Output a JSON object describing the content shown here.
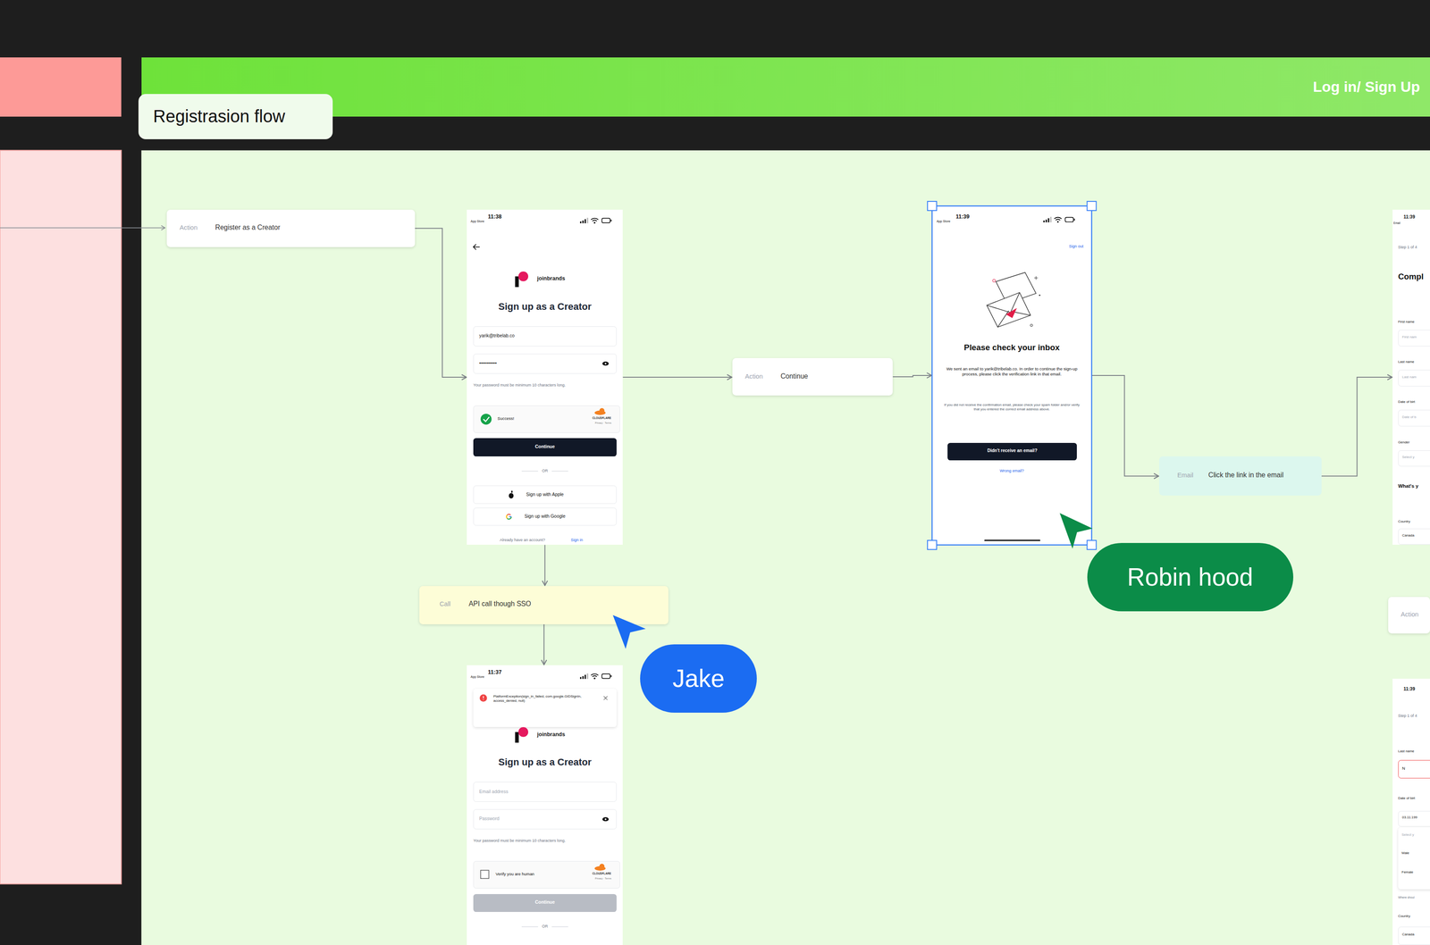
{
  "diagram": {
    "nodes": [
      {
        "text": [
          "Log in/ Sign Up"
        ]
      },
      {
        "text": [
          "Registrasion flow"
        ]
      },
      {
        "text": [
          "Action",
          "Register as a Creator"
        ]
      },
      {
        "text": [
          "11:38",
          "App Store",
          "joinbrands",
          "Sign up as a Creator",
          "Your password must be minimum 10 characters long.",
          "OR",
          "Already have an account?",
          "Sign in"
        ]
      },
      {
        "text": [
          "yarik@tribelab.co"
        ],
        "in": 3
      },
      {
        "text": [
          "••••••••••"
        ],
        "in": 3
      },
      {
        "text": [
          "Success!",
          "CLOUDFLARE",
          "Privacy · Terms"
        ],
        "in": 3
      },
      {
        "text": [
          "Continue"
        ],
        "in": 3
      },
      {
        "text": [
          "Sign up with Apple"
        ],
        "in": 3
      },
      {
        "text": [
          "Sign up with Google"
        ],
        "in": 3
      },
      {
        "text": [
          "Action",
          "Continue"
        ]
      },
      {
        "text": [
          "11:39",
          "App Store",
          "Sign out",
          "Please check your inbox",
          "We sent an email to yarik@tribelab.co. In order to continue the sign-up process, please click the verification link in that email.",
          "If you did not receive the confirmation email, please check your spam folder and/or verify that you entered the correct email address above.",
          "Wrong email?"
        ]
      },
      {
        "text": [
          "Didn't receive an email?"
        ],
        "in": 11
      },
      {
        "text": [
          "Email",
          "Click the link in the email"
        ]
      },
      {
        "text": [
          "11:39",
          "Email",
          "Step 1 of 4",
          "Compl",
          "First name",
          "Last name",
          "Date of birt",
          "Gender",
          "What's y",
          "Country"
        ]
      },
      {
        "text": [
          "First nam"
        ],
        "in": 14
      },
      {
        "text": [
          "Last nam"
        ],
        "in": 14
      },
      {
        "text": [
          "Date of b"
        ],
        "in": 14
      },
      {
        "text": [
          "Select y"
        ],
        "in": 14
      },
      {
        "text": [
          "Canada"
        ],
        "in": 14
      },
      {
        "text": [
          "Action"
        ]
      },
      {
        "text": [
          "11:39",
          "Step 1 of 4",
          "Last name",
          "Date of birt",
          "Where shoul",
          "Country"
        ]
      },
      {
        "text": [
          "N"
        ],
        "in": 21
      },
      {
        "text": [
          "03.11.199"
        ],
        "in": 21
      },
      {
        "text": [
          "Select y",
          "Male",
          "Female"
        ],
        "in": 21
      },
      {
        "text": [
          "Canada"
        ],
        "in": 21
      },
      {
        "text": [
          "Call",
          "API call though SSO"
        ]
      },
      {
        "text": [
          "11:37",
          "App Store",
          "joinbrands",
          "Sign up as a Creator",
          "Your password must be minimum 10 characters long.",
          "OR"
        ]
      },
      {
        "text": [
          "PlatformException(sign_in_failed, com.google.GIDSignIn, access_denied, null)"
        ],
        "in": 27
      },
      {
        "text": [
          "Email address"
        ],
        "in": 27
      },
      {
        "text": [
          "Password"
        ],
        "in": 27
      },
      {
        "text": [
          "Verify you are human",
          "CLOUDFLARE",
          "Privacy · Terms"
        ],
        "in": 27
      },
      {
        "text": [
          "Continue"
        ],
        "in": 27
      },
      {
        "text": [
          "Jake"
        ]
      },
      {
        "text": [
          "Robin hood"
        ]
      }
    ],
    "edges": [
      {
        "from": 2,
        "to": 3,
        "arrow": "to"
      },
      {
        "from": 3,
        "to": 10,
        "arrow": "to"
      },
      {
        "from": 10,
        "to": 11,
        "arrow": "to"
      },
      {
        "from": 11,
        "to": 13,
        "arrow": "to"
      },
      {
        "from": 13,
        "to": 14,
        "arrow": "to"
      },
      {
        "from": 3,
        "to": 26,
        "arrow": "to"
      },
      {
        "from": 26,
        "to": 27,
        "arrow": "to"
      }
    ]
  }
}
